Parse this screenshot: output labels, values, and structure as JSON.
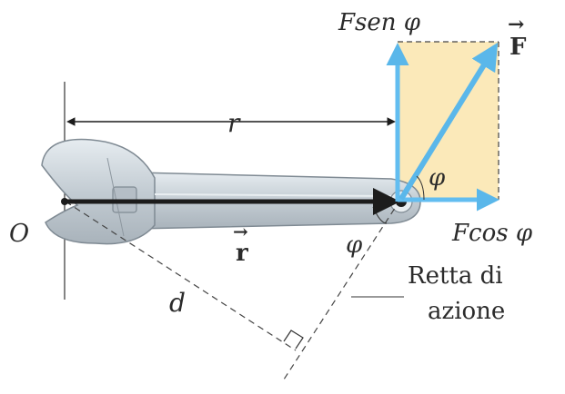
{
  "labels": {
    "f_sin": "Fsen  φ",
    "f_vec": "F",
    "f_vec_arrow": "→",
    "r_len": "r",
    "phi_upper": "φ",
    "f_cos": "Fcos φ",
    "origin": "O",
    "r_vec": "r",
    "r_vec_arrow": "→",
    "phi_lower": "φ",
    "line_of_action_1": "Retta di",
    "line_of_action_2": "azione",
    "d": "d"
  },
  "colors": {
    "force_blue": "#5ab7ea",
    "component_blue": "#62bdf0",
    "rect_fill": "#fbe9b9",
    "wrench_fill": "#ccd5dc",
    "wrench_stroke": "#7f8a93",
    "arrow_black": "#1c1c1c",
    "text": "#2b2b2b"
  }
}
